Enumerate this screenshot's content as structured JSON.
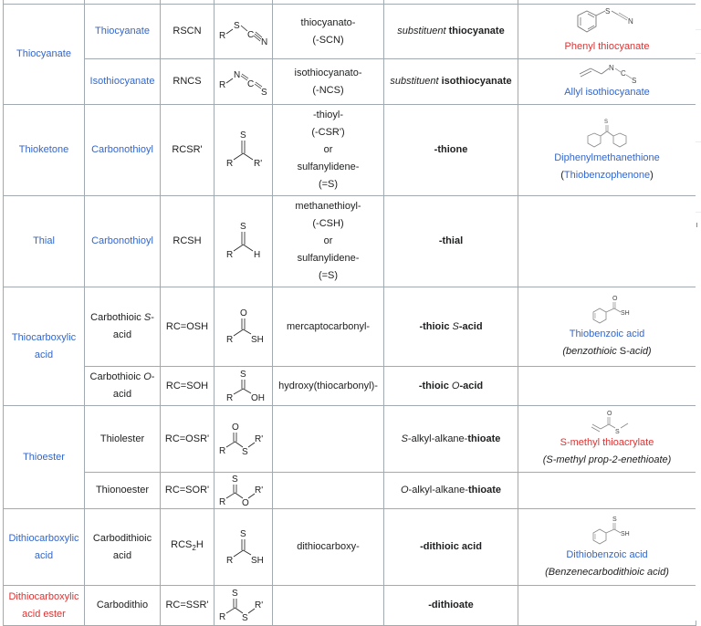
{
  "table": {
    "rows": [
      {
        "class": "Thiocyanate",
        "class_color": "blue",
        "sub": [
          {
            "name": "Thiocyanate",
            "name_link": true,
            "formula": "RSCN",
            "structure": "R-S-C≡N",
            "prefix_lines": [
              "thiocyanato-",
              "(-SCN)"
            ],
            "suffix_italic": "substituent",
            "suffix_bold": "thiocyanate",
            "example": {
              "name": "Phenyl thiocyanate",
              "color": "red",
              "structure": "phenyl-S-C≡N"
            }
          },
          {
            "name": "Isothiocyanate",
            "name_link": true,
            "formula": "RNCS",
            "structure": "R-N=C=S",
            "prefix_lines": [
              "isothiocyanato-",
              "(-NCS)"
            ],
            "suffix_italic": "substituent",
            "suffix_bold": "isothiocyanate",
            "example": {
              "name": "Allyl isothiocyanate",
              "color": "blue",
              "structure": "allyl-N=C=S"
            }
          }
        ]
      },
      {
        "class": "Thioketone",
        "sub": [
          {
            "name": "Carbonothioyl",
            "name_link": true,
            "formula": "RCSR'",
            "structure": "R-C(=S)-R'",
            "prefix_lines": [
              "-thioyl-",
              "(-CSR')",
              "or",
              "sulfanylidene-",
              "(=S)"
            ],
            "suffix_bold": "-thione",
            "example": {
              "name": "Diphenylmethanethione",
              "name2_open": "(",
              "name2": "Thiobenzophenone",
              "name2_close": ")",
              "color": "blue"
            }
          }
        ]
      },
      {
        "class": "Thial",
        "sub": [
          {
            "name": "Carbonothioyl",
            "name_link": true,
            "formula": "RCSH",
            "structure": "R-C(=S)-H",
            "prefix_lines": [
              "methanethioyl-",
              "(-CSH)",
              "or",
              "sulfanylidene-",
              "(=S)"
            ],
            "suffix_bold": "-thial"
          }
        ]
      },
      {
        "class": "Thiocarboxylic acid",
        "sub": [
          {
            "name_pre": "Carbothioic ",
            "name_it": "S",
            "name_post": "-acid",
            "formula": "RC=OSH",
            "structure": "R-C(=O)-SH",
            "prefix": "mercaptocarbonyl-",
            "suffix_pre": "-thioic ",
            "suffix_it": "S",
            "suffix_post": "-acid",
            "example": {
              "name": "Thiobenzoic acid",
              "alt_pre": "(benzothioic ",
              "alt_mid": "S",
              "alt_post": "-acid)",
              "color": "blue"
            }
          },
          {
            "name_pre": "Carbothioic ",
            "name_it": "O",
            "name_post": "-acid",
            "formula": "RC=SOH",
            "structure": "R-C(=S)-OH",
            "prefix": "hydroxy(thiocarbonyl)-",
            "suffix_pre": "-thioic ",
            "suffix_it": "O",
            "suffix_post": "-acid"
          }
        ]
      },
      {
        "class": "Thioester",
        "sub": [
          {
            "name": "Thiolester",
            "formula": "RC=OSR'",
            "structure": "R-C(=O)-S-R'",
            "suffix_it": "S",
            "suffix_mid": "-alkyl-alkane-",
            "suffix_bold": "thioate",
            "example": {
              "name": "S-methyl thioacrylate",
              "alt": "(S-methyl prop-2-enethioate)",
              "color": "red"
            }
          },
          {
            "name": "Thionoester",
            "formula": "RC=SOR'",
            "structure": "R-C(=S)-O-R'",
            "suffix_it": "O",
            "suffix_mid": "-alkyl-alkane-",
            "suffix_bold": "thioate"
          }
        ]
      },
      {
        "class_line1": "Dithiocarboxylic",
        "class_line2": "acid",
        "class_color": "blue",
        "sub": [
          {
            "name": "Carbodithioic acid",
            "formula_pre": "RCS",
            "formula_sub": "2",
            "formula_post": "H",
            "structure": "R-C(=S)-SH",
            "prefix": "dithiocarboxy-",
            "suffix_bold": "-dithioic acid",
            "example": {
              "name": "Dithiobenzoic acid",
              "alt": "(Benzenecarbodithioic acid)",
              "color": "blue"
            }
          }
        ]
      },
      {
        "class_line1": "Dithiocarboxylic",
        "class_line2": "acid ester",
        "class_color": "red",
        "sub": [
          {
            "name": "Carbodithio",
            "formula": "RC=SSR'",
            "structure": "R-C(=S)-S-R'",
            "suffix_bold": "-dithioate"
          }
        ]
      }
    ]
  },
  "colors": {
    "link": "#3366cc",
    "redlink": "#dd3333",
    "border": "#a2a9b1",
    "text": "#202122"
  }
}
